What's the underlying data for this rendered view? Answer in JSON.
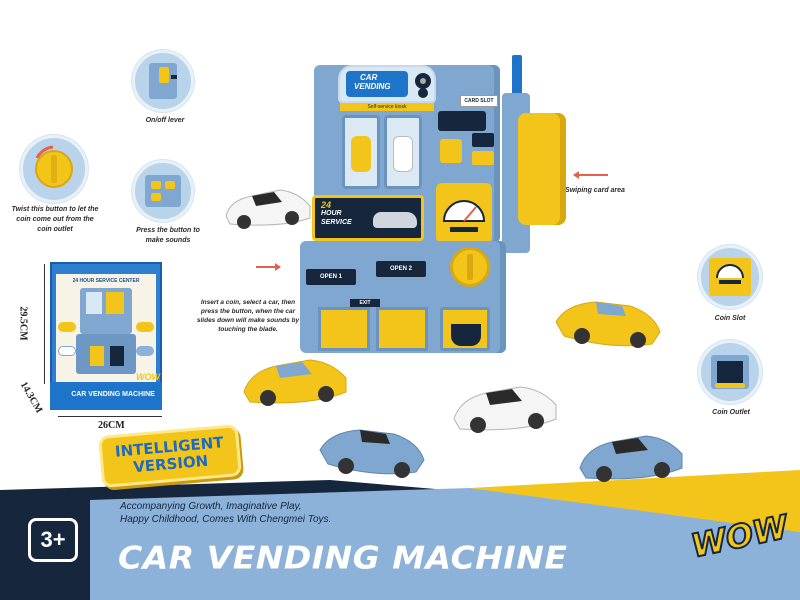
{
  "colors": {
    "brand_blue": "#1e74c8",
    "machine_blue": "#7fa7cf",
    "yellow": "#f3c51a",
    "navy": "#16263d",
    "pale_blue": "#8db2d9"
  },
  "features": {
    "lever": "On/off lever",
    "twist": "Twist this button to let the coin come out from the coin outlet",
    "sound": "Press the button to make sounds",
    "swipe": "Swiping card area",
    "insert": "Insert a coin, select a car, then press the button, when the car slides down will make sounds by touching the blade.",
    "coin_slot": "Coin Slot",
    "coin_outlet": "Coin Outlet"
  },
  "machine": {
    "sign_line1": "CAR",
    "sign_line2": "VENDING",
    "sign_sub": "Self-service kiosk",
    "card_slot": "CARD SLOT",
    "screen_line1": "24",
    "screen_line2": "HOUR",
    "screen_line3": "SERVICE",
    "open1": "OPEN 1",
    "open2": "OPEN 2",
    "exit": "EXIT"
  },
  "box": {
    "label": "24 HOUR SERVICE CENTER",
    "title": "CAR VENDING MACHINE",
    "wow": "WOW",
    "height": "29.5CM",
    "depth": "14.3CM",
    "width": "26CM"
  },
  "badge": {
    "line1": "INTELLIGENT",
    "line2": "VERSION"
  },
  "footer": {
    "age": "3+",
    "tagline1": "Accompanying Growth, Imaginative Play,",
    "tagline2": "Happy Childhood, Comes With Chengmei Toys.",
    "title": "CAR VENDING MACHINE",
    "wow": "WOW"
  },
  "icons": [
    "lever-icon",
    "coin-knob-icon",
    "sound-button-icon",
    "coin-slot-icon",
    "coin-outlet-icon",
    "arrow-icon",
    "car-icon"
  ]
}
